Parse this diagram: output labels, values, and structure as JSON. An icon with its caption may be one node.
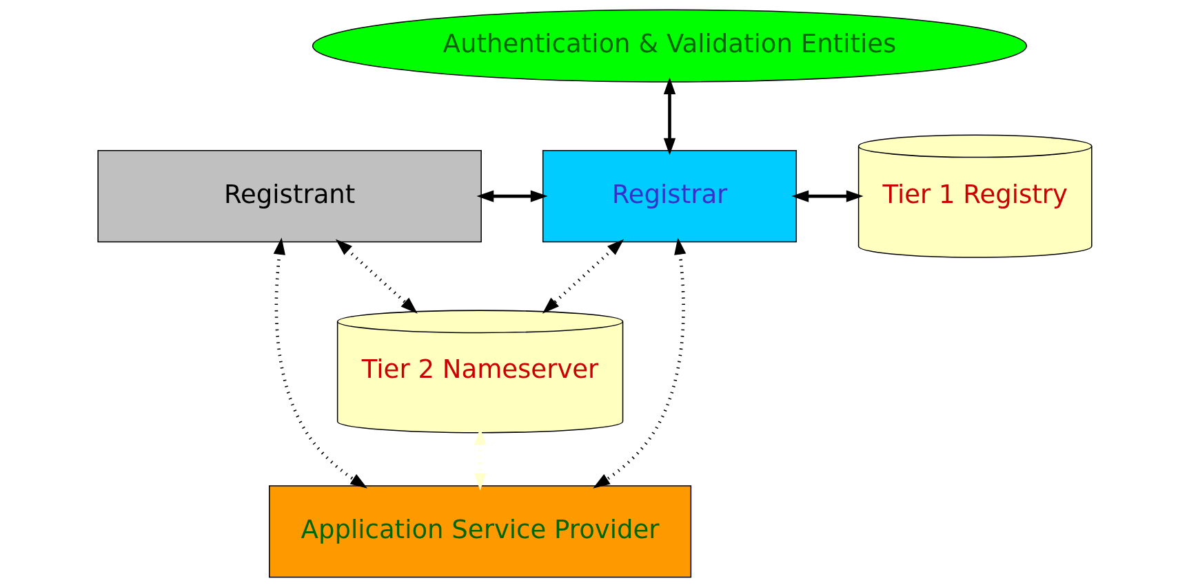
{
  "diagram": {
    "nodes": [
      {
        "text": [
          "Authentication & Validation Entities"
        ]
      },
      {
        "text": [
          "Registrant"
        ]
      },
      {
        "text": [
          "Registrar"
        ]
      },
      {
        "text": [
          "Tier 1 Registry"
        ]
      },
      {
        "text": [
          "Tier 2 Nameserver"
        ]
      },
      {
        "text": [
          "Application Service Provider"
        ]
      }
    ],
    "edges": [
      {
        "from": 0,
        "to": 2,
        "arrow": "both"
      },
      {
        "from": 1,
        "to": 2,
        "arrow": "both"
      },
      {
        "from": 2,
        "to": 3,
        "arrow": "both"
      },
      {
        "from": 2,
        "to": 4,
        "arrow": "both",
        "style": "dashed"
      },
      {
        "from": 1,
        "to": 4,
        "arrow": "both",
        "style": "dashed"
      },
      {
        "from": 1,
        "to": 5,
        "arrow": "both",
        "style": "dashed"
      },
      {
        "from": 2,
        "to": 5,
        "arrow": "both",
        "style": "dashed"
      },
      {
        "from": 4,
        "to": 5,
        "arrow": "both",
        "style": "dashed",
        "color": "#ffffcc"
      }
    ]
  }
}
